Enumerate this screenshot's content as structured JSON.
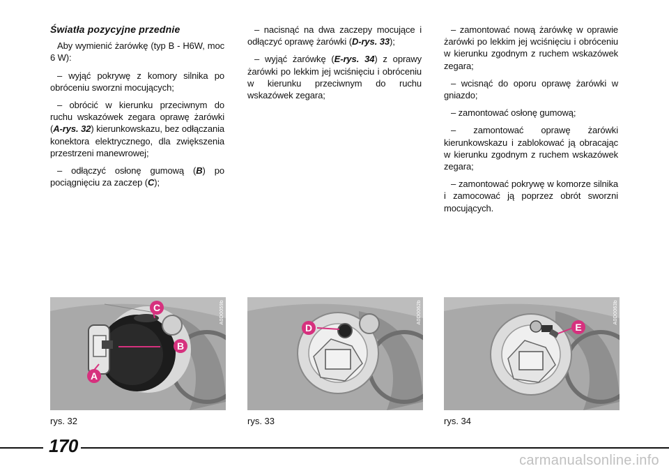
{
  "column1": {
    "heading": "Światła pozycyjne przednie",
    "p1": "Aby wymienić żarówkę (typ B - H6W, moc 6 W):",
    "p2": "– wyjąć pokrywę z komory silnika po obróceniu sworzni mocujących;",
    "p3_a": "– obrócić w kierunku przeciwnym do ruchu wskazówek zegara oprawę żarówki (",
    "p3_ref": "A-rys. 32",
    "p3_b": ") kierunkowskazu, bez odłączania konektora elektrycznego, dla zwiększenia przestrzeni manewrowej;",
    "p4_a": "– odłączyć osłonę gumową (",
    "p4_ref": "B",
    "p4_b": ") po pociągnięciu za zaczep (",
    "p4_ref2": "C",
    "p4_c": ");"
  },
  "column2": {
    "p1_a": "– nacisnąć na dwa zaczepy mocujące i odłączyć oprawę żarówki (",
    "p1_ref": "D-rys. 33",
    "p1_b": ");",
    "p2_a": "– wyjąć żarówkę (",
    "p2_ref": "E-rys. 34",
    "p2_b": ") z oprawy żarówki po lekkim jej wciśnięciu i obróceniu w kierunku przeciwnym do ruchu wskazówek zegara;"
  },
  "column3": {
    "p1": "– zamontować nową żarówkę w oprawie żarówki po lekkim jej wciśnięciu i obróceniu w kierunku zgodnym z ruchem wskazówek zegara;",
    "p2": "– wcisnąć do oporu oprawę żarówki w gniazdo;",
    "p3": "– zamontować osłonę gumową;",
    "p4": "– zamontować oprawę żarówki kierunkowskazu i zablokować ją obracając w kierunku zgodnym z ruchem wskazówek zegara;",
    "p5": "– zamontować pokrywę w komorze silnika i zamocować ją poprzez obrót sworzni mocujących."
  },
  "figures": [
    {
      "caption": "rys. 32",
      "code": "A0D0059b",
      "labels": [
        "C",
        "B",
        "A"
      ]
    },
    {
      "caption": "rys. 33",
      "code": "A0D0062b",
      "labels": [
        "D"
      ]
    },
    {
      "caption": "rys. 34",
      "code": "A0D0063b",
      "labels": [
        "E"
      ]
    }
  ],
  "colors": {
    "label_magenta": "#d6317e",
    "photo_gray": "#c8c8c8"
  },
  "page_number": "170",
  "watermark": "carmanualsonline.info"
}
